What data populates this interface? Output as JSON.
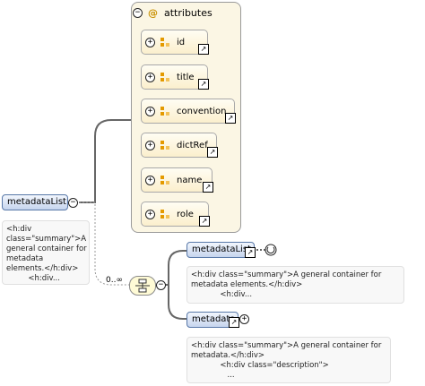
{
  "attributes_group": {
    "label": "attributes",
    "collapse_symbol": "⊖",
    "items": [
      {
        "name": "id"
      },
      {
        "name": "title"
      },
      {
        "name": "convention"
      },
      {
        "name": "dictRef"
      },
      {
        "name": "name"
      },
      {
        "name": "role"
      }
    ]
  },
  "root_element": {
    "name": "metadataList",
    "doc": "<h:div\nclass=\"summary\">A\ngeneral container for\nmetadata\nelements.</h:div>\n         <h:div..."
  },
  "sequence": {
    "multiplicity": "0..∞"
  },
  "children": [
    {
      "name": "metadataList",
      "doc": "<h:div class=\"summary\">A general container for\nmetadata elements.</h:div>\n            <h:div..."
    },
    {
      "name": "metadata",
      "doc": "<h:div class=\"summary\">A general container for\nmetadata.</h:div>\n            <h:div class=\"description\">\n               ..."
    }
  ],
  "symbols": {
    "expand": "+",
    "collapse": "−",
    "reference_arrow": "↗"
  }
}
